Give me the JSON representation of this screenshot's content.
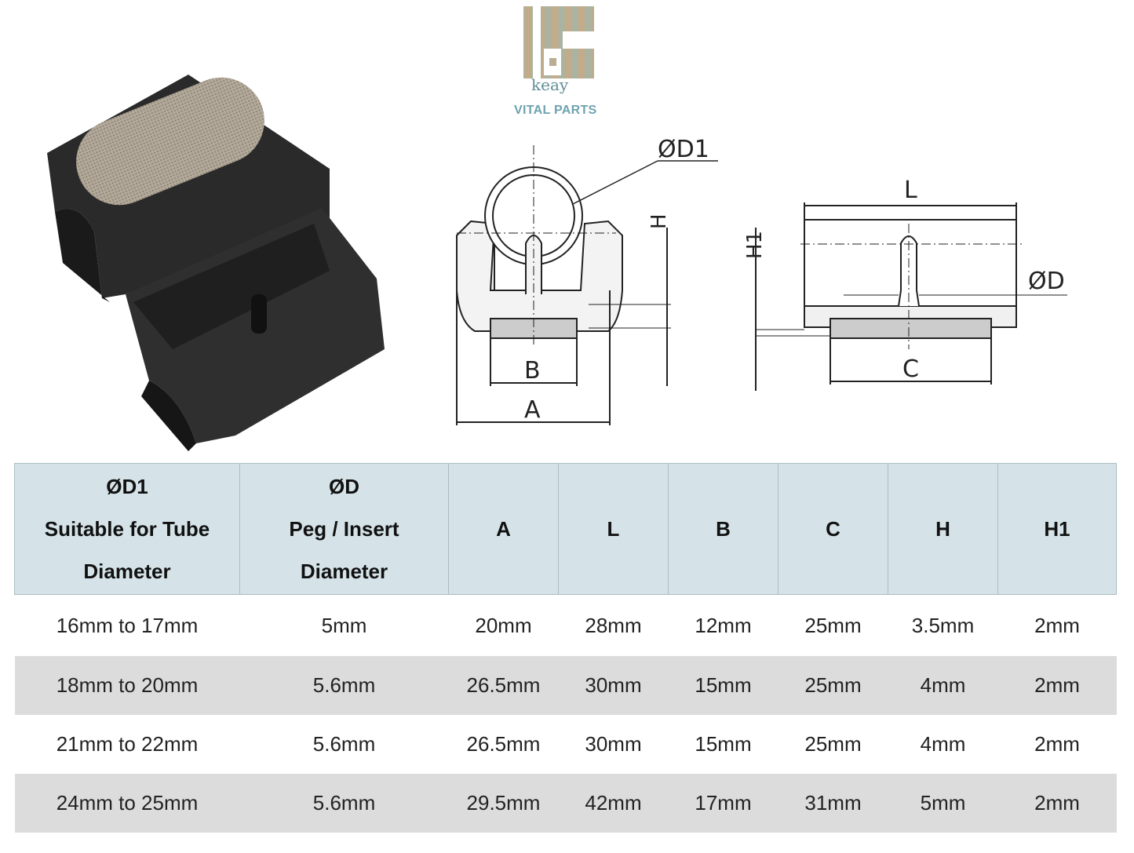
{
  "logo": {
    "brand": "keay",
    "tagline": "VITAL PARTS",
    "colors": {
      "mark": "#a3ad9c",
      "text": "#6ea3b0"
    }
  },
  "drawing": {
    "labels": {
      "d1": "ØD1",
      "h": "H",
      "h1": "H1",
      "l": "L",
      "d": "ØD",
      "b": "B",
      "a": "A",
      "c": "C"
    }
  },
  "table": {
    "headers": [
      {
        "line1": "ØD1",
        "line2": "Suitable for Tube",
        "line3": "Diameter"
      },
      {
        "line1": "ØD",
        "line2": "Peg / Insert",
        "line3": "Diameter"
      },
      {
        "line1": "A"
      },
      {
        "line1": "L"
      },
      {
        "line1": "B"
      },
      {
        "line1": "C"
      },
      {
        "line1": "H"
      },
      {
        "line1": "H1"
      }
    ],
    "rows": [
      [
        "16mm to 17mm",
        "5mm",
        "20mm",
        "28mm",
        "12mm",
        "25mm",
        "3.5mm",
        "2mm"
      ],
      [
        "18mm to 20mm",
        "5.6mm",
        "26.5mm",
        "30mm",
        "15mm",
        "25mm",
        "4mm",
        "2mm"
      ],
      [
        "21mm to 22mm",
        "5.6mm",
        "26.5mm",
        "30mm",
        "15mm",
        "25mm",
        "4mm",
        "2mm"
      ],
      [
        "24mm to 25mm",
        "5.6mm",
        "29.5mm",
        "42mm",
        "17mm",
        "31mm",
        "5mm",
        "2mm"
      ]
    ],
    "colors": {
      "header_bg": "#d5e3e8",
      "alt_row_bg": "#dcdcdc"
    }
  }
}
